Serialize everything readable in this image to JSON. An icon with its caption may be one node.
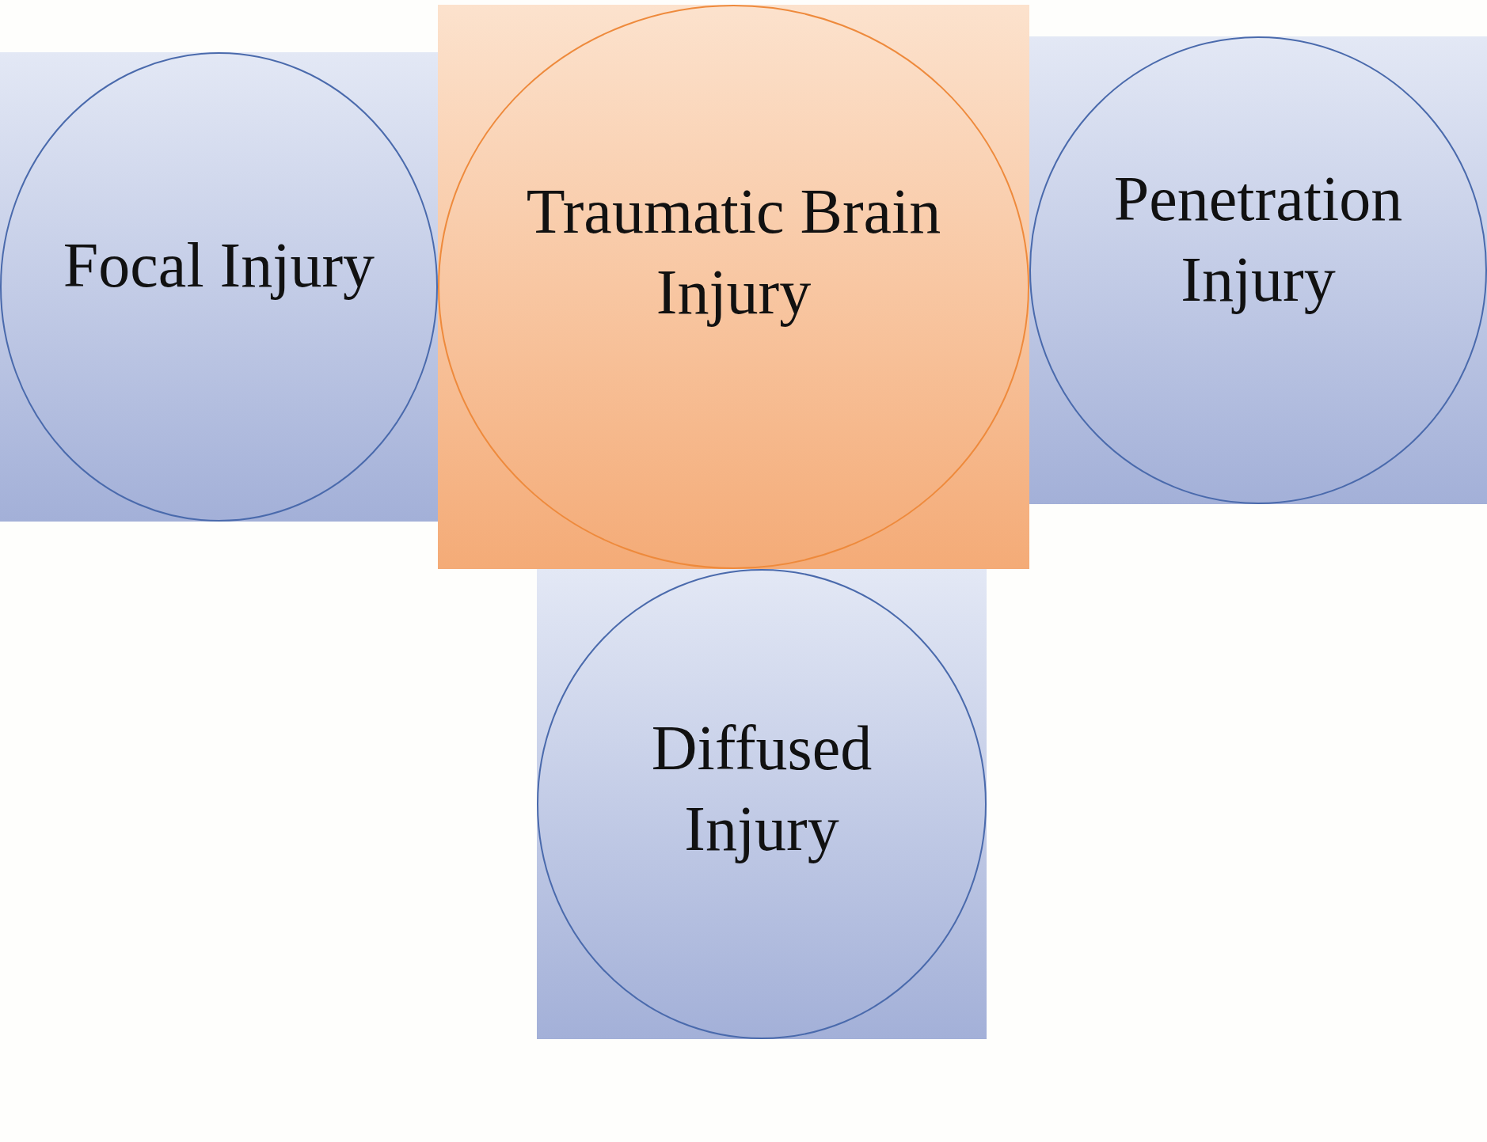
{
  "diagram": {
    "nodes": [
      {
        "text": [
          "Focal Injury"
        ]
      },
      {
        "text": [
          "Traumatic Brain Injury"
        ]
      },
      {
        "text": [
          "Penetration Injury"
        ]
      },
      {
        "text": [
          "Diffused Injury"
        ]
      }
    ]
  }
}
